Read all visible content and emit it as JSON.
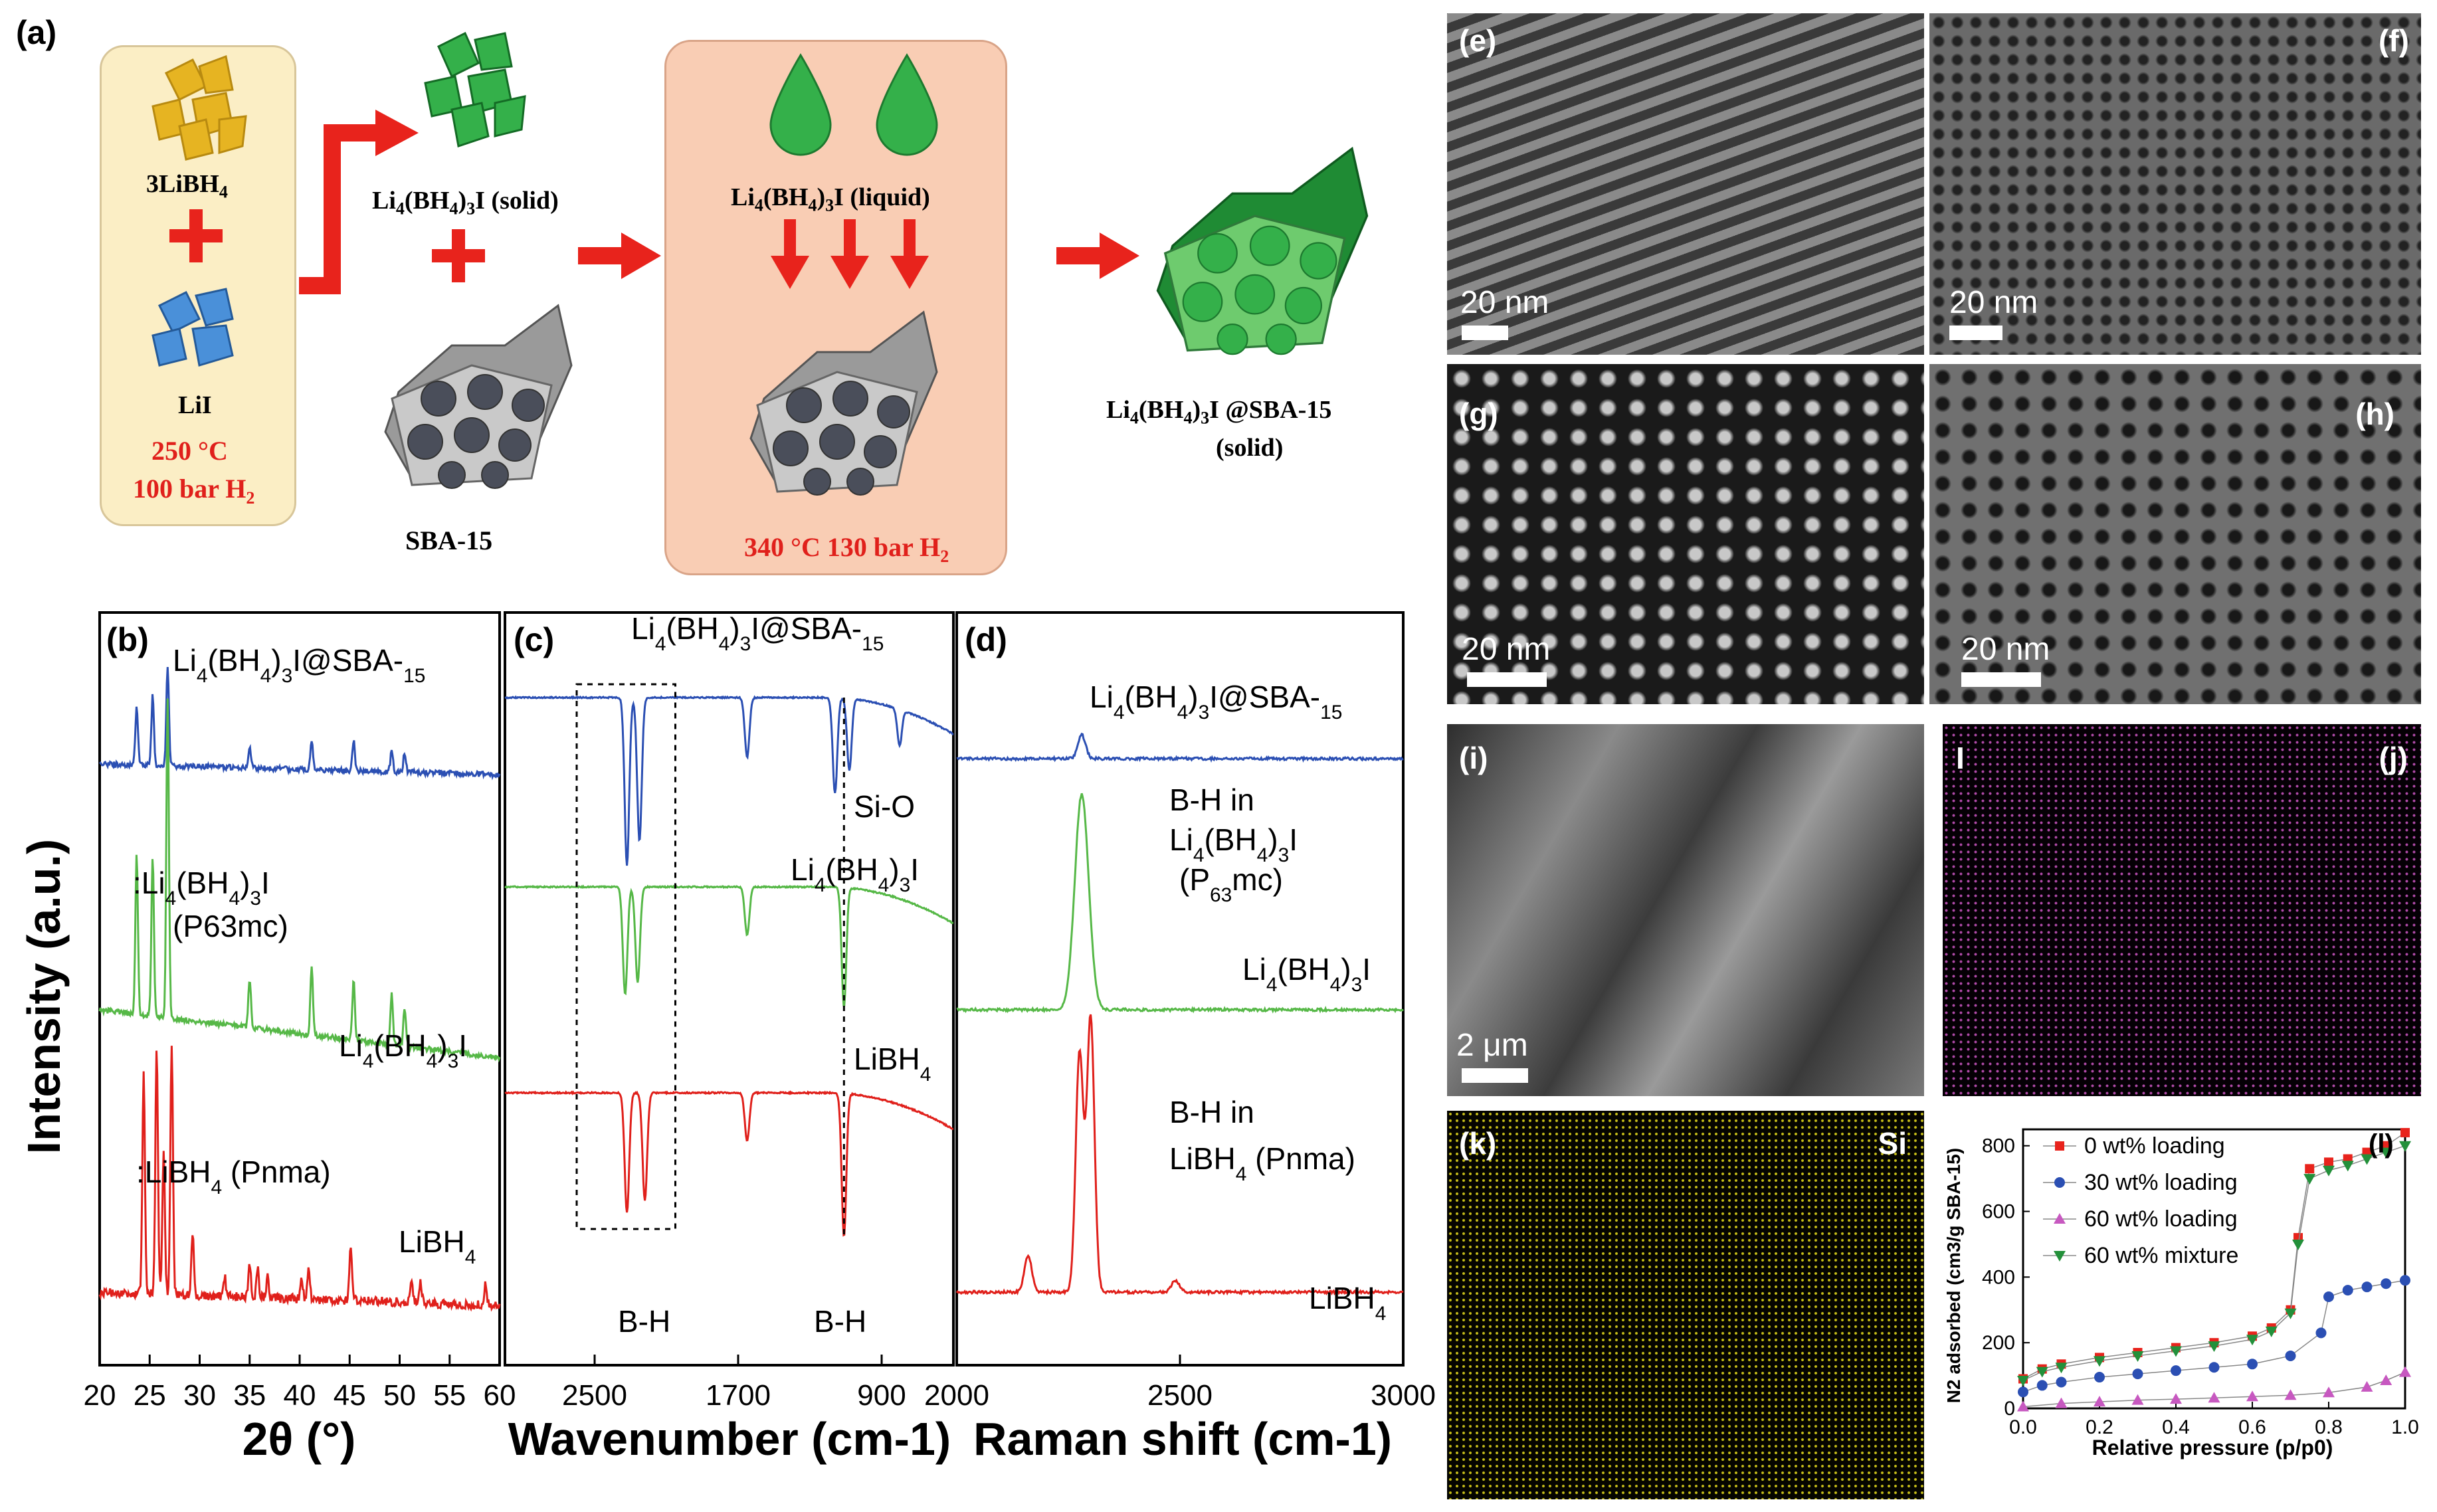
{
  "schematic": {
    "label": "(a)",
    "reactant1": "3LiBH",
    "reactant1_sub": "4",
    "reactant2": "LiI",
    "cond1_line1": "250 °C",
    "cond1_line2": "100 bar H",
    "cond1_sub": "2",
    "solid_product_pre": "Li",
    "solid_product_s1": "4",
    "solid_product_mid": "(BH",
    "solid_product_s2": "4",
    "solid_product_mid2": ")",
    "solid_product_s3": "3",
    "solid_product_post": "I (solid)",
    "support": "SBA-15",
    "liquid_pre": "Li",
    "liquid_post": "I (liquid)",
    "cond2": "340 °C 130 bar H",
    "cond2_sub": "2",
    "final_pre": "Li",
    "final_post": "I @SBA-15",
    "final_line2": "(solid)",
    "colors": {
      "cond_red": "#e0201b",
      "arrow_red": "#e8231c",
      "left_box": "#fbeec5",
      "mid_box": "#f9cdb4",
      "green": "#34b04a",
      "gold": "#e6b422",
      "blue": "#4a90d9",
      "grey": "#8a8a8a"
    }
  },
  "micrographs": {
    "e": {
      "label": "(e)",
      "scale": "20 nm"
    },
    "f": {
      "label": "(f)",
      "scale": "20 nm"
    },
    "g": {
      "label": "(g)",
      "scale": "20 nm"
    },
    "h": {
      "label": "(h)",
      "scale": "20 nm"
    },
    "i": {
      "label": "(i)",
      "scale": "2 μm"
    },
    "j": {
      "label": "(j)",
      "element": "I"
    },
    "k": {
      "label": "(k)",
      "element": "Si"
    }
  },
  "chart_data": [
    {
      "id": "b",
      "type": "line",
      "panel_label": "(b)",
      "xlabel": "2θ (°)",
      "ylabel": "Intensity (a.u.)",
      "xlim": [
        20,
        60
      ],
      "xticks": [
        20,
        25,
        30,
        35,
        40,
        45,
        50,
        55,
        60
      ],
      "series": [
        {
          "name": "Li4(BH4)3I@SBA-15",
          "color": "#2b4fb3",
          "offset": 0.8,
          "peaks": [
            [
              23.7,
              0.06
            ],
            [
              25.3,
              0.07
            ],
            [
              26.8,
              0.1
            ],
            [
              35,
              0.02
            ],
            [
              41.2,
              0.03
            ],
            [
              45.4,
              0.03
            ],
            [
              49.2,
              0.02
            ],
            [
              50.5,
              0.02
            ]
          ]
        },
        {
          "name": "Li4(BH4)3I",
          "color": "#56b847",
          "offset": 0.45,
          "peaks": [
            [
              23.7,
              0.16
            ],
            [
              25.3,
              0.16
            ],
            [
              26.8,
              0.32
            ],
            [
              35,
              0.05
            ],
            [
              41.2,
              0.07
            ],
            [
              45.4,
              0.06
            ],
            [
              49.2,
              0.05
            ],
            [
              50.5,
              0.04
            ]
          ]
        },
        {
          "name": "LiBH4",
          "color": "#e0201b",
          "offset": 0.1,
          "peaks": [
            [
              24.4,
              0.22
            ],
            [
              25.7,
              0.25
            ],
            [
              26.4,
              0.14
            ],
            [
              27.2,
              0.25
            ],
            [
              29.3,
              0.06
            ],
            [
              32.5,
              0.02
            ],
            [
              35,
              0.03
            ],
            [
              35.8,
              0.03
            ],
            [
              36.8,
              0.02
            ],
            [
              40.2,
              0.02
            ],
            [
              40.9,
              0.03
            ],
            [
              45.1,
              0.05
            ],
            [
              51.2,
              0.02
            ],
            [
              52.1,
              0.02
            ],
            [
              58.6,
              0.02
            ]
          ]
        }
      ],
      "labels": {
        "top": "Li4(BH4)3I@SBA-15",
        "legend1": ":Li4(BH4)3I",
        "legend1b": "(P63mc)",
        "mid": "Li4(BH4)3I",
        "legend2": ":LiBH4 (Pnma)",
        "bottom": "LiBH4"
      }
    },
    {
      "id": "c",
      "type": "line",
      "panel_label": "(c)",
      "xlabel": "Wavenumber (cm-1)",
      "xlim": [
        3000,
        500
      ],
      "xticks": [
        2500,
        1700,
        900
      ],
      "series": [
        {
          "name": "Li4(BH4)3I@SBA-15",
          "color": "#2b4fb3",
          "bands": [
            [
              2320,
              0.14
            ],
            [
              2250,
              0.12
            ],
            [
              1650,
              0.05
            ],
            [
              1160,
              0.08
            ],
            [
              1080,
              0.06
            ],
            [
              800,
              0.03
            ]
          ]
        },
        {
          "name": "Li4(BH4)3I",
          "color": "#56b847",
          "bands": [
            [
              2330,
              0.09
            ],
            [
              2260,
              0.08
            ],
            [
              1650,
              0.04
            ],
            [
              1110,
              0.1
            ]
          ]
        },
        {
          "name": "LiBH4",
          "color": "#e0201b",
          "bands": [
            [
              2320,
              0.1
            ],
            [
              2220,
              0.09
            ],
            [
              1650,
              0.04
            ],
            [
              1110,
              0.12
            ]
          ]
        }
      ],
      "labels": {
        "top": "Li4(BH4)3I@SBA-15",
        "mid": "Li4(BH4)3I",
        "low": "LiBH4",
        "siO": "Si-O",
        "bh1": "B-H",
        "bh2": "B-H"
      }
    },
    {
      "id": "d",
      "type": "line",
      "panel_label": "(d)",
      "xlabel": "Raman shift (cm-1)",
      "xlim": [
        2000,
        3000
      ],
      "xticks": [
        2000,
        2500,
        3000
      ],
      "series": [
        {
          "name": "Li4(BH4)3I@SBA-15",
          "color": "#2b4fb3",
          "peaks": [
            [
              2280,
              0.02
            ]
          ]
        },
        {
          "name": "Li4(BH4)3I",
          "color": "#56b847",
          "peaks": [
            [
              2280,
              0.18
            ]
          ]
        },
        {
          "name": "LiBH4",
          "color": "#e0201b",
          "peaks": [
            [
              2160,
              0.03
            ],
            [
              2275,
              0.2
            ],
            [
              2300,
              0.23
            ],
            [
              2490,
              0.01
            ]
          ]
        }
      ],
      "labels": {
        "top": "Li4(BH4)3I@SBA-15",
        "ann1a": "B-H in",
        "ann1b": "Li4(BH4)3I",
        "ann1c": "(P63mc)",
        "mid": "Li4(BH4)3I",
        "ann2a": "B-H in",
        "ann2b": "LiBH4 (Pnma)",
        "bottom": "LiBH4"
      }
    },
    {
      "id": "l",
      "type": "scatter",
      "panel_label": "(l)",
      "xlabel": "Relative pressure (p/p0)",
      "ylabel": "N2 adsorbed (cm3/g SBA-15)",
      "xlim": [
        0,
        1
      ],
      "ylim": [
        0,
        850
      ],
      "xticks": [
        0.0,
        0.2,
        0.4,
        0.6,
        0.8,
        1.0
      ],
      "yticks": [
        0,
        200,
        400,
        600,
        800
      ],
      "series": [
        {
          "name": "0 wt% loading",
          "color": "#e8231c",
          "marker": "square",
          "x": [
            0.0,
            0.05,
            0.1,
            0.2,
            0.3,
            0.4,
            0.5,
            0.6,
            0.65,
            0.7,
            0.72,
            0.75,
            0.8,
            0.85,
            0.9,
            0.95,
            1.0
          ],
          "y": [
            90,
            120,
            135,
            155,
            170,
            185,
            200,
            220,
            245,
            300,
            520,
            730,
            750,
            760,
            780,
            800,
            840
          ]
        },
        {
          "name": "30 wt% loading",
          "color": "#2b4fb3",
          "marker": "circle",
          "x": [
            0.0,
            0.05,
            0.1,
            0.2,
            0.3,
            0.4,
            0.5,
            0.6,
            0.7,
            0.78,
            0.8,
            0.85,
            0.9,
            0.95,
            1.0
          ],
          "y": [
            50,
            70,
            80,
            95,
            105,
            115,
            125,
            135,
            160,
            230,
            340,
            360,
            370,
            380,
            390
          ]
        },
        {
          "name": "60 wt% loading",
          "color": "#c758c0",
          "marker": "triangle-up",
          "x": [
            0.0,
            0.1,
            0.2,
            0.3,
            0.4,
            0.5,
            0.6,
            0.7,
            0.8,
            0.9,
            0.95,
            1.0
          ],
          "y": [
            5,
            15,
            20,
            25,
            28,
            32,
            36,
            40,
            48,
            65,
            85,
            110
          ]
        },
        {
          "name": "60 wt% mixture",
          "color": "#23903a",
          "marker": "triangle-down",
          "x": [
            0.0,
            0.05,
            0.1,
            0.2,
            0.3,
            0.4,
            0.5,
            0.6,
            0.65,
            0.7,
            0.72,
            0.75,
            0.8,
            0.85,
            0.9,
            0.95,
            1.0
          ],
          "y": [
            85,
            112,
            125,
            145,
            160,
            175,
            190,
            210,
            235,
            290,
            500,
            700,
            725,
            740,
            760,
            780,
            800
          ]
        }
      ]
    }
  ]
}
